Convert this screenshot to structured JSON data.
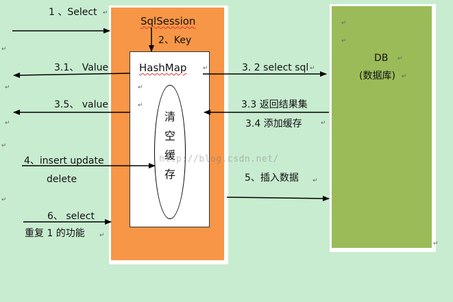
{
  "sqlsession": {
    "label": "SqlSession",
    "key_label": "2、Key"
  },
  "hashmap": {
    "label": "HashMap"
  },
  "oval_chars": [
    "清",
    "空",
    "缓",
    "存"
  ],
  "db": {
    "line1": "DB",
    "line2": "(数据库)"
  },
  "steps": {
    "s1": "1  、Select",
    "s31": "3.1、 Value",
    "s35": "3.5、 value",
    "s4a": "4、insert update",
    "s4b": "delete",
    "s6": "6、 select",
    "s6b": "重复 1 的功能",
    "s32": "3. 2 select sql",
    "s33": "3.3  返回结果集",
    "s34": "3.4  添加缓存",
    "s5": "5、插入数据"
  },
  "para_mark": "↵",
  "watermark": "http://blog.csdn.net/",
  "colors": {
    "background": "#c8ecd0",
    "sqlsession": "#f79646",
    "db": "#9bbb59"
  }
}
